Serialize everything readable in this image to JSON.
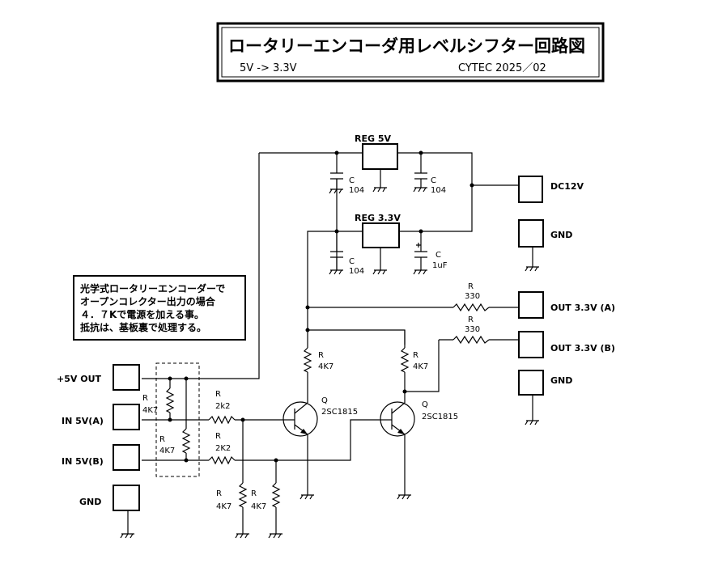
{
  "title_block": {
    "title": "ロータリーエンコーダ用レベルシフター回路図",
    "subtitle": "5V ->  3.3V",
    "credit": "CYTEC 2025／02"
  },
  "note": {
    "lines": [
      "光学式ロータリーエンコーダーで",
      "オープンコレクター出力の場合",
      "４．７Kで電源を加える事。",
      "抵抗は、基板裏で処理する。"
    ]
  },
  "connectors": {
    "dc12v": "DC12V",
    "gnd_power": "GND",
    "out_a": "OUT 3.3V (A)",
    "out_b": "OUT 3.3V (B)",
    "gnd_out": "GND",
    "p5v_out": "+5V OUT",
    "in_a": "IN 5V(A)",
    "in_b": "IN 5V(B)",
    "gnd_in": "GND"
  },
  "regulators": {
    "reg5": "REG 5V",
    "reg33": "REG 3.3V"
  },
  "capacitors": {
    "c1": {
      "ref": "C",
      "value": "104"
    },
    "c2": {
      "ref": "C",
      "value": "104"
    },
    "c3": {
      "ref": "C",
      "value": "104"
    },
    "c4": {
      "ref": "C",
      "value": "1uF"
    }
  },
  "resistors": {
    "r330a": {
      "ref": "R",
      "value": "330"
    },
    "r330b": {
      "ref": "R",
      "value": "330"
    },
    "rpullA": {
      "ref": "R",
      "value": "4K7"
    },
    "rpullB": {
      "ref": "R",
      "value": "4K7"
    },
    "rinA": {
      "ref": "R",
      "value": "2k2"
    },
    "rinB": {
      "ref": "R",
      "value": "2K2"
    },
    "rbeA": {
      "ref": "R",
      "value": "4K7"
    },
    "rbeB": {
      "ref": "R",
      "value": "4K7"
    },
    "rcA": {
      "ref": "R",
      "value": "4K7"
    },
    "rcB": {
      "ref": "R",
      "value": "4K7"
    }
  },
  "transistors": {
    "q1": {
      "ref": "Q",
      "part": "2SC1815"
    },
    "q2": {
      "ref": "Q",
      "part": "2SC1815"
    }
  }
}
